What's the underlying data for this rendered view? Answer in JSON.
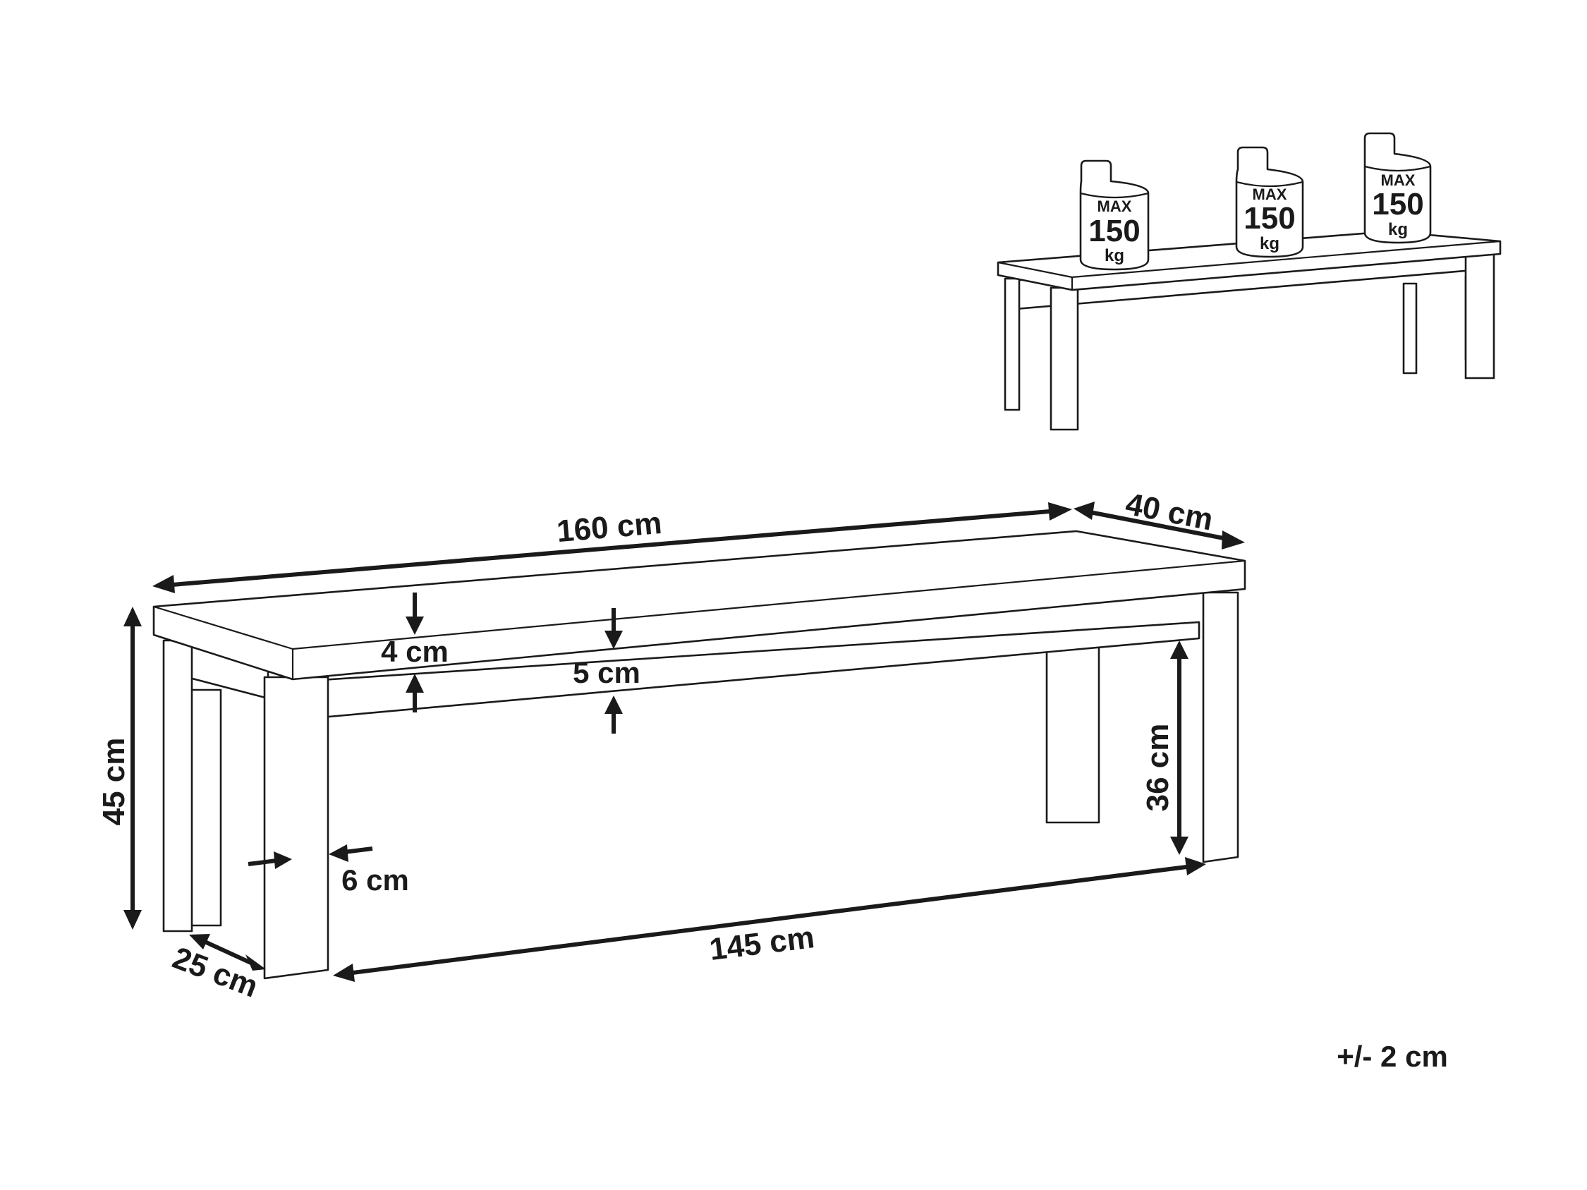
{
  "dimensions": {
    "length_label": "160 cm",
    "depth_label": "40 cm",
    "height_label": "45 cm",
    "seat_thickness_label": "4 cm",
    "apron_height_label": "5 cm",
    "under_clearance_label": "36 cm",
    "leg_width_label": "6 cm",
    "leg_depth_label": "25 cm",
    "inner_length_label": "145 cm",
    "tolerance_label": "+/- 2 cm"
  },
  "load": {
    "weights": [
      {
        "max": "MAX",
        "value": "150",
        "unit": "kg"
      },
      {
        "max": "MAX",
        "value": "150",
        "unit": "kg"
      },
      {
        "max": "MAX",
        "value": "150",
        "unit": "kg"
      }
    ]
  },
  "colors": {
    "ink": "#1a1a1a",
    "background": "#ffffff"
  }
}
